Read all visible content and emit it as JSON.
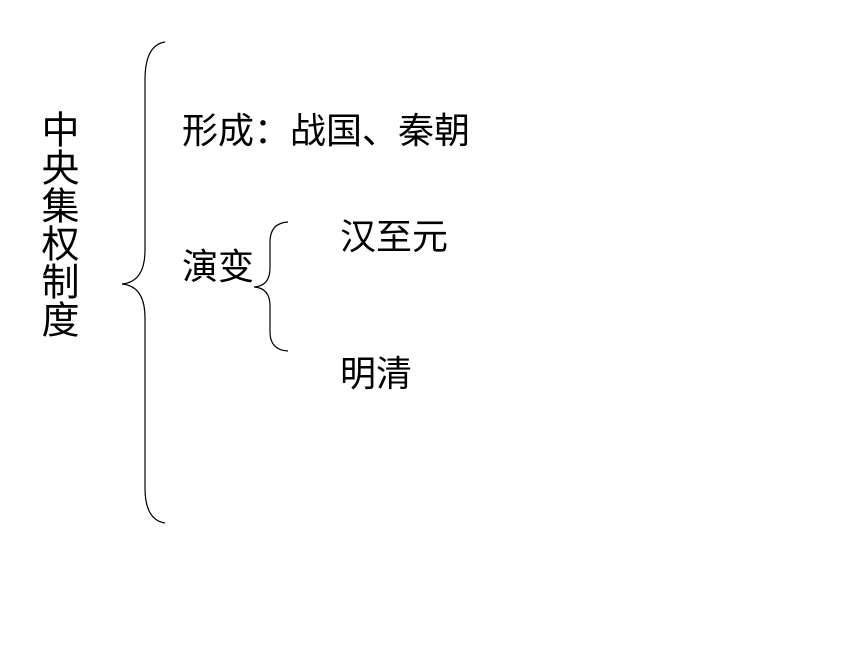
{
  "diagram": {
    "root_label": "中央集权制度",
    "branches": {
      "formation": "形成：战国、秦朝",
      "evolution": {
        "label": "演变",
        "children": [
          "汉至元",
          "明清"
        ]
      }
    }
  }
}
